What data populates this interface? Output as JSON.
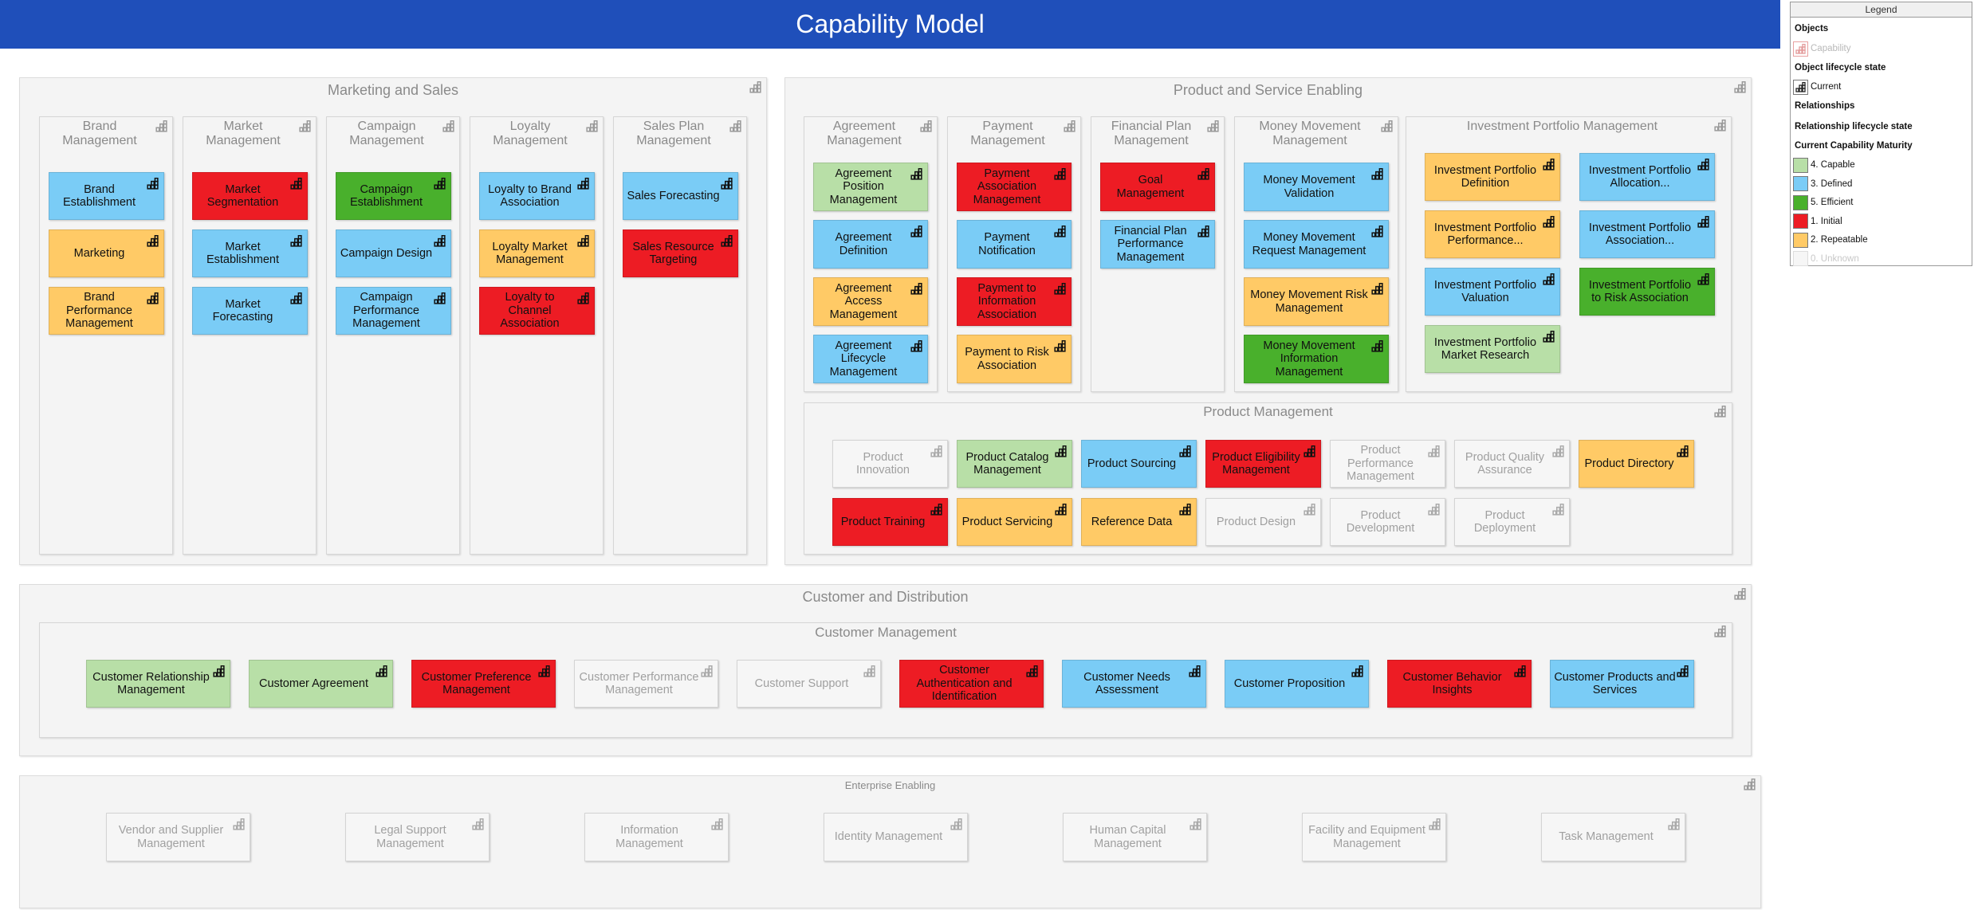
{
  "title": "Capability Model",
  "colors": {
    "header": "#1f4fba",
    "capable": "#b8dfa7",
    "defined": "#7accf6",
    "efficient": "#49b02c",
    "initial": "#ed1c24",
    "repeatable": "#ffca66",
    "unknown": "#f6f6f6"
  },
  "legend": {
    "title": "Legend",
    "objects_heading": "Objects",
    "capability": "Capability",
    "lifecycle_heading": "Object lifecycle state",
    "current": "Current",
    "relationships_heading": "Relationships",
    "rel_lifecycle_heading": "Relationship lifecycle state",
    "maturity_heading": "Current Capability Maturity",
    "maturity": [
      {
        "label": "4. Capable",
        "status": "capable"
      },
      {
        "label": "3. Defined",
        "status": "defined"
      },
      {
        "label": "5. Efficient",
        "status": "efficient"
      },
      {
        "label": "1. Initial",
        "status": "initial"
      },
      {
        "label": "2. Repeatable",
        "status": "repeatable"
      },
      {
        "label": "0. Unknown",
        "status": "unknown"
      }
    ]
  },
  "marketing": {
    "title": "Marketing and Sales",
    "columns": [
      {
        "title": "Brand Management",
        "items": [
          {
            "label": "Brand Establishment",
            "status": "defined"
          },
          {
            "label": "Marketing",
            "status": "repeatable"
          },
          {
            "label": "Brand Performance Management",
            "status": "repeatable"
          }
        ]
      },
      {
        "title": "Market Management",
        "items": [
          {
            "label": "Market Segmentation",
            "status": "initial"
          },
          {
            "label": "Market Establishment",
            "status": "defined"
          },
          {
            "label": "Market Forecasting",
            "status": "defined"
          }
        ]
      },
      {
        "title": "Campaign Management",
        "items": [
          {
            "label": "Campaign Establishment",
            "status": "efficient"
          },
          {
            "label": "Campaign Design",
            "status": "defined"
          },
          {
            "label": "Campaign Performance Management",
            "status": "defined"
          }
        ]
      },
      {
        "title": "Loyalty Management",
        "items": [
          {
            "label": "Loyalty to Brand Association",
            "status": "defined"
          },
          {
            "label": "Loyalty Market Management",
            "status": "repeatable"
          },
          {
            "label": "Loyalty to Channel Association",
            "status": "initial"
          }
        ]
      },
      {
        "title": "Sales Plan Management",
        "items": [
          {
            "label": "Sales Forecasting",
            "status": "defined"
          },
          {
            "label": "Sales Resource Targeting",
            "status": "initial"
          }
        ]
      }
    ]
  },
  "pse": {
    "title": "Product and Service Enabling",
    "columns": [
      {
        "title": "Agreement Management",
        "items": [
          {
            "label": "Agreement Position Management",
            "status": "capable"
          },
          {
            "label": "Agreement Definition",
            "status": "defined"
          },
          {
            "label": "Agreement Access Management",
            "status": "repeatable"
          },
          {
            "label": "Agreement Lifecycle Management",
            "status": "defined"
          }
        ]
      },
      {
        "title": "Payment Management",
        "items": [
          {
            "label": "Payment Association Management",
            "status": "initial"
          },
          {
            "label": "Payment Notification",
            "status": "defined"
          },
          {
            "label": "Payment to Information Association",
            "status": "initial"
          },
          {
            "label": "Payment to Risk Association",
            "status": "repeatable"
          }
        ]
      },
      {
        "title": "Financial Plan Management",
        "items": [
          {
            "label": "Goal Management",
            "status": "initial"
          },
          {
            "label": "Financial Plan Performance Management",
            "status": "defined"
          }
        ]
      },
      {
        "title": "Money Movement Management",
        "items": [
          {
            "label": "Money Movement Validation",
            "status": "defined"
          },
          {
            "label": "Money Movement Request Management",
            "status": "defined"
          },
          {
            "label": "Money Movement Risk Management",
            "status": "repeatable"
          },
          {
            "label": "Money Movement Information Management",
            "status": "efficient"
          }
        ]
      }
    ],
    "investment": {
      "title": "Investment Portfolio Management",
      "items": [
        {
          "label": "Investment Portfolio Definition",
          "status": "repeatable"
        },
        {
          "label": "Investment Portfolio Allocation...",
          "status": "defined"
        },
        {
          "label": "Investment Portfolio Performance...",
          "status": "repeatable"
        },
        {
          "label": "Investment Portfolio Association...",
          "status": "defined"
        },
        {
          "label": "Investment Portfolio Valuation",
          "status": "defined"
        },
        {
          "label": "Investment Portfolio to Risk Association",
          "status": "efficient"
        },
        {
          "label": "Investment Portfolio Market Research",
          "status": "capable"
        }
      ]
    },
    "product": {
      "title": "Product Management",
      "items": [
        {
          "label": "Product Innovation",
          "status": "unknown"
        },
        {
          "label": "Product Catalog Management",
          "status": "capable"
        },
        {
          "label": "Product Sourcing",
          "status": "defined"
        },
        {
          "label": "Product Eligibility Management",
          "status": "initial"
        },
        {
          "label": "Product Performance Management",
          "status": "unknown"
        },
        {
          "label": "Product Quality Assurance",
          "status": "unknown"
        },
        {
          "label": "Product Directory",
          "status": "repeatable"
        },
        {
          "label": "Product Training",
          "status": "initial"
        },
        {
          "label": "Product Servicing",
          "status": "repeatable"
        },
        {
          "label": "Reference Data",
          "status": "repeatable"
        },
        {
          "label": "Product Design",
          "status": "unknown"
        },
        {
          "label": "Product Development",
          "status": "unknown"
        },
        {
          "label": "Product Deployment",
          "status": "unknown"
        }
      ]
    }
  },
  "customer": {
    "title": "Customer and Distribution",
    "sub_title": "Customer Management",
    "items": [
      {
        "label": "Customer Relationship Management",
        "status": "capable"
      },
      {
        "label": "Customer Agreement",
        "status": "capable"
      },
      {
        "label": "Customer Preference Management",
        "status": "initial"
      },
      {
        "label": "Customer Performance Management",
        "status": "unknown"
      },
      {
        "label": "Customer Support",
        "status": "unknown"
      },
      {
        "label": "Customer Authentication and Identification",
        "status": "initial"
      },
      {
        "label": "Customer Needs Assessment",
        "status": "defined"
      },
      {
        "label": "Customer Proposition",
        "status": "defined"
      },
      {
        "label": "Customer Behavior Insights",
        "status": "initial"
      },
      {
        "label": "Customer Products and Services",
        "status": "defined"
      }
    ]
  },
  "enterprise": {
    "title": "Enterprise Enabling",
    "items": [
      {
        "label": "Vendor and Supplier Management",
        "status": "unknown"
      },
      {
        "label": "Legal Support Management",
        "status": "unknown"
      },
      {
        "label": "Information Management",
        "status": "unknown"
      },
      {
        "label": "Identity Management",
        "status": "unknown"
      },
      {
        "label": "Human Capital Management",
        "status": "unknown"
      },
      {
        "label": "Facility and Equipment Management",
        "status": "unknown"
      },
      {
        "label": "Task Management",
        "status": "unknown"
      }
    ]
  }
}
